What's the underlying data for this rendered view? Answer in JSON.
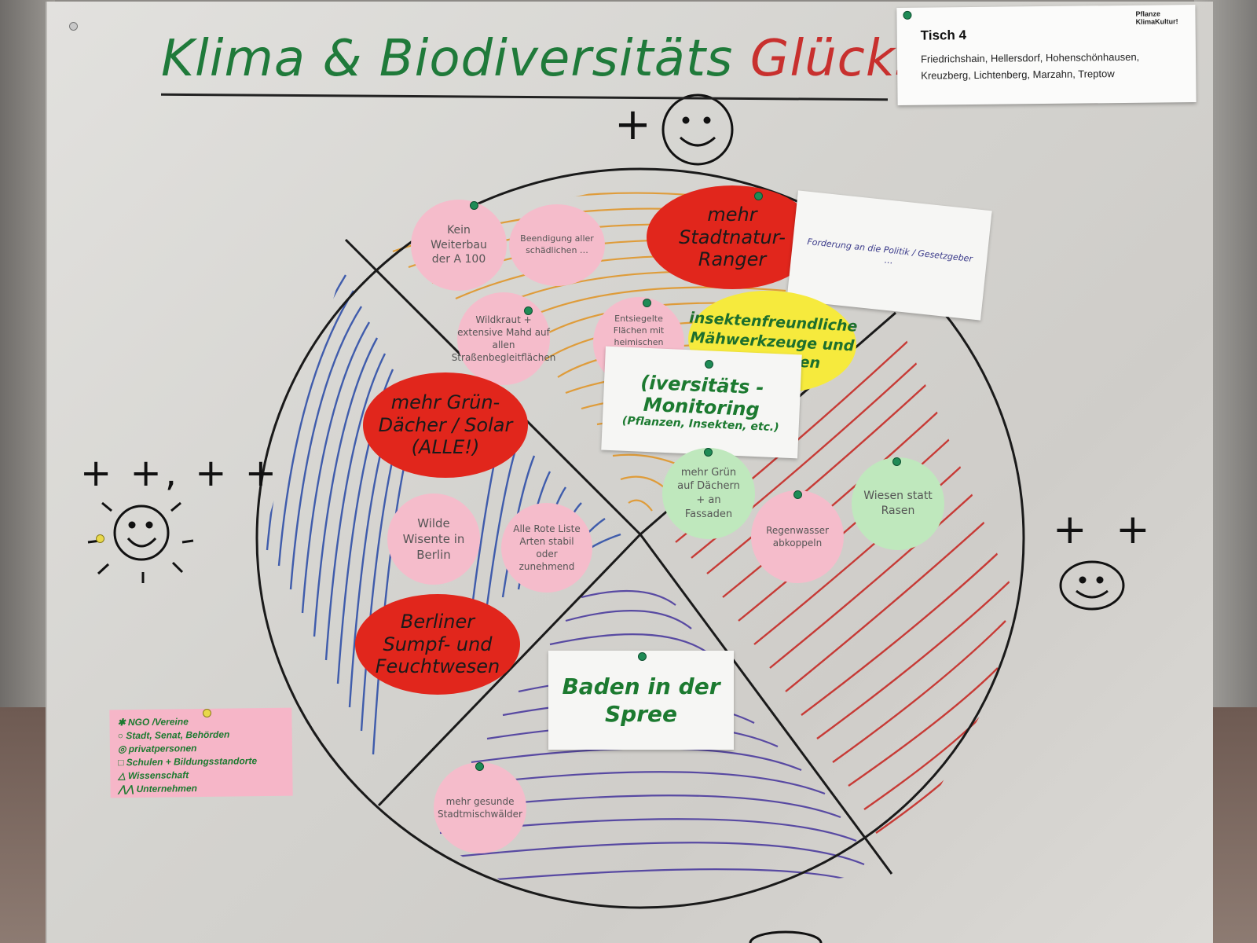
{
  "title": {
    "part1": "Klima & Biodiversitäts ",
    "part2": "Glücksra"
  },
  "tisch": {
    "title": "Tisch 4",
    "districts": "Friedrichshain, Hellersdorf, Hohenschönhausen, Kreuzberg, Lichtenberg, Marzahn, Treptow",
    "logo_line1": "Pflanze",
    "logo_line2": "KlimaKultur!"
  },
  "marks": {
    "top_plus": "+",
    "left_plus": "+ +, + +",
    "right_plus": "+ +"
  },
  "notes": {
    "kein_a100": "Kein Weiterbau der A 100",
    "beendigung": "Beendigung aller schädlichen …",
    "mehr_ranger": "mehr Stadtnatur-Ranger",
    "politik_note": "Forderung an die Politik / Gesetzgeber …",
    "wildkraut": "Wildkraut + extensive Mahd auf allen Straßenbegleitflächen",
    "entsiegelte": "Entsiegelte Flächen mit heimischen Wildpflanzen bepflanzen",
    "insekten": "insektenfreundliche Mähwerkzeuge und Mahdzeiten",
    "biodiv_monitoring_1": "(iversitäts -",
    "biodiv_monitoring_2": "Monitoring",
    "biodiv_monitoring_3": "(Pflanzen, Insekten, etc.)",
    "gruendaecher": "mehr Grün-Dächer / Solar (ALLE!)",
    "mehr_gruen": "mehr Grün auf Dächern + an Fassaden",
    "wiesen": "Wiesen statt Rasen",
    "regenwasser": "Regenwasser abkoppeln",
    "wisente": "Wilde Wisente in Berlin",
    "rote_liste": "Alle Rote Liste Arten stabil oder zunehmend",
    "sumpf": "Berliner Sumpf- und Feuchtwesen",
    "baden": "Baden in der Spree",
    "mischwaelder": "mehr gesunde Stadtmischwälder"
  },
  "legend": {
    "items": [
      "✱ NGO /Vereine",
      "○ Stadt, Senat, Behörden",
      "◎ privatpersonen",
      "□ Schulen + Bildungsstandorte",
      "△ Wissenschaft",
      "⋀⋀ Unternehmen"
    ]
  },
  "colors": {
    "ink_green": "#1c7a30",
    "ink_red": "#c8302e",
    "sector_orange": "#e0962a",
    "sector_blue": "#2f4fa8",
    "sector_red": "#c62b26",
    "sector_purple": "#4b3b9e"
  }
}
